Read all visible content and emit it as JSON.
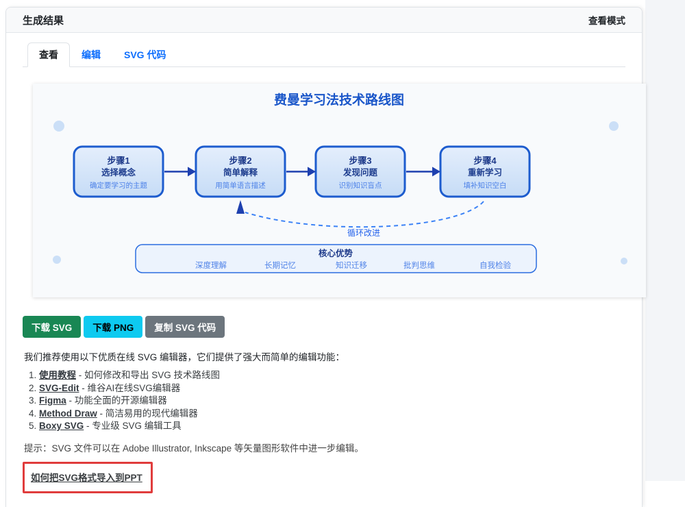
{
  "header": {
    "title": "生成结果",
    "view_mode": "查看模式"
  },
  "tabs": {
    "view": "查看",
    "edit": "编辑",
    "svg_code": "SVG 代码"
  },
  "diagram": {
    "title": "费曼学习法技术路线图",
    "steps": [
      {
        "name": "步骤1",
        "action": "选择概念",
        "desc": "确定要学习的主题"
      },
      {
        "name": "步骤2",
        "action": "简单解释",
        "desc": "用简单语言描述"
      },
      {
        "name": "步骤3",
        "action": "发现问题",
        "desc": "识别知识盲点"
      },
      {
        "name": "步骤4",
        "action": "重新学习",
        "desc": "填补知识空白"
      }
    ],
    "loop_label": "循环改进",
    "advantages": {
      "title": "核心优势",
      "items": [
        "深度理解",
        "长期记忆",
        "知识迁移",
        "批判思维",
        "自我检验"
      ]
    }
  },
  "buttons": {
    "download_svg": "下载 SVG",
    "download_png": "下载 PNG",
    "copy_code": "复制 SVG 代码"
  },
  "recommend_intro": "我们推荐使用以下优质在线 SVG 编辑器，它们提供了强大而简单的编辑功能：",
  "editors": [
    {
      "link": "使用教程",
      "desc": " - 如何修改和导出 SVG 技术路线图"
    },
    {
      "link": "SVG-Edit",
      "desc": " - 维谷AI在线SVG编辑器"
    },
    {
      "link": "Figma",
      "desc": " - 功能全面的开源编辑器"
    },
    {
      "link": "Method Draw",
      "desc": " - 简洁易用的现代编辑器"
    },
    {
      "link": "Boxy SVG",
      "desc": " - 专业级 SVG 编辑工具"
    }
  ],
  "tip": "提示：SVG 文件可以在 Adobe Illustrator, Inkscape 等矢量图形软件中进一步编辑。",
  "ppt_link": "如何把SVG格式导入到PPT",
  "colors": {
    "accent": "#0d6efd",
    "btn_success": "#198754",
    "btn_info": "#0dcaf0",
    "btn_secondary": "#6c757d",
    "diagram_primary": "#1d5cce",
    "diagram_dark_text": "#1e3a8a",
    "diagram_light_text": "#4d82e8",
    "annotation_red": "#e03c3c"
  }
}
